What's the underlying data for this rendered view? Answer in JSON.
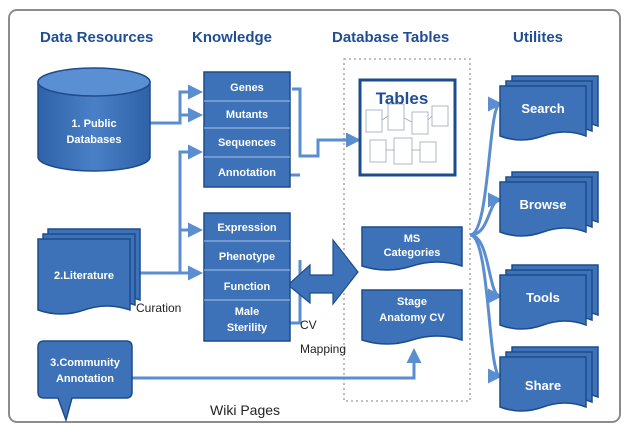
{
  "headers": {
    "data_resources": "Data Resources",
    "knowledge": "Knowledge",
    "database_tables": "Database Tables",
    "utilites": "Utilites"
  },
  "resources": {
    "public_databases": [
      "1. Public",
      "Databases"
    ],
    "literature": "2.Literature",
    "community": [
      "3.Community",
      "Annotation"
    ]
  },
  "knowledge_top": [
    "Genes",
    "Mutants",
    "Sequences",
    "Annotation"
  ],
  "knowledge_bottom": [
    "Expression",
    "Phenotype",
    "Function",
    [
      "Male",
      "Sterility"
    ]
  ],
  "tables": {
    "title": "Tables",
    "ms_categories": [
      "MS",
      "Categories"
    ],
    "stage_anatomy": [
      "Stage",
      "Anatomy  CV"
    ]
  },
  "utilities": [
    "Search",
    "Browse",
    "Tools",
    "Share"
  ],
  "labels": {
    "curation": "Curation",
    "cv_mapping": [
      "CV",
      "Mapping"
    ],
    "wiki_pages": "Wiki Pages"
  },
  "colors": {
    "box_fill": "#3d72b8",
    "box_stroke": "#1d4c8c",
    "arrow": "#5b8ed0",
    "header_text": "#1f4e96",
    "frame": "#8c8c8c"
  }
}
